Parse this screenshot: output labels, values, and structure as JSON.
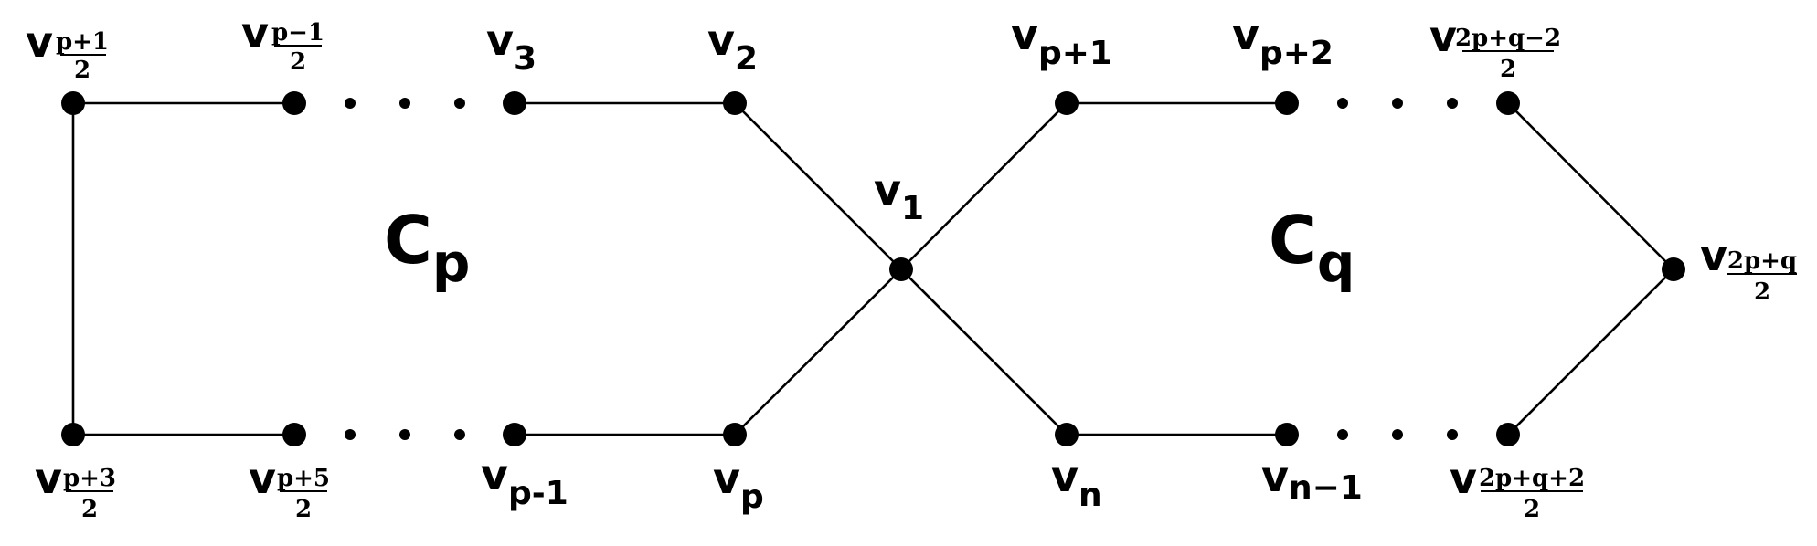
{
  "diagram": {
    "cycles": [
      {
        "letter": "C",
        "subscript": "p"
      },
      {
        "letter": "C",
        "subscript": "q"
      }
    ],
    "labels": {
      "v_top_far_left": {
        "base": "v",
        "num": "p+1",
        "den": "2"
      },
      "v_top_left2": {
        "base": "v",
        "num": "p−1",
        "den": "2"
      },
      "v3": {
        "base": "v",
        "sub": "3"
      },
      "v2": {
        "base": "v",
        "sub": "2"
      },
      "v1": {
        "base": "v",
        "sub": "1"
      },
      "vp1": {
        "base": "v",
        "sub": "p+1"
      },
      "vp2": {
        "base": "v",
        "sub": "p+2"
      },
      "v_top_right": {
        "base": "v",
        "num": "2p+q−2",
        "den": "2"
      },
      "v_far_right": {
        "base": "v",
        "num": "2p+q",
        "den": "2"
      },
      "v_bot_far_left": {
        "base": "v",
        "num": "p+3",
        "den": "2"
      },
      "v_bot_left2": {
        "base": "v",
        "num": "p+5",
        "den": "2"
      },
      "vpm1": {
        "base": "v",
        "sub": "p-1"
      },
      "vp": {
        "base": "v",
        "sub": "p"
      },
      "vn": {
        "base": "v",
        "sub": "n"
      },
      "vnm1": {
        "base": "v",
        "sub": "n−1"
      },
      "v_bot_right": {
        "base": "v",
        "num": "2p+q+2",
        "den": "2"
      }
    }
  }
}
